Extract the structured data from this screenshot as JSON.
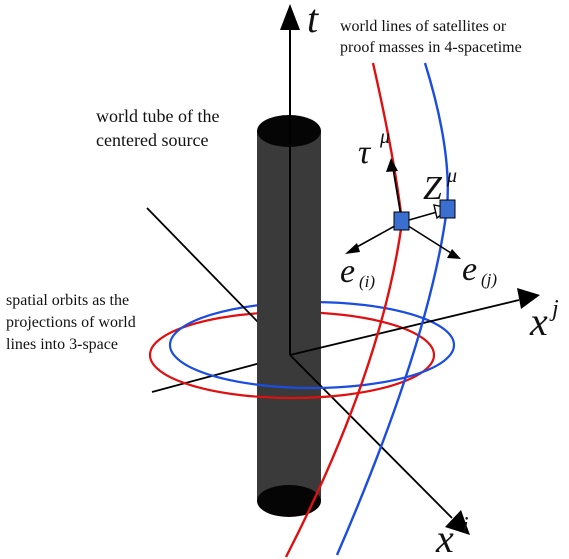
{
  "labels": {
    "world_lines": [
      "world lines of satellites or",
      "proof masses in 4-spacetime"
    ],
    "world_tube": [
      "world tube of the",
      "centered source"
    ],
    "spatial_orbits": [
      "spatial orbits as the",
      "projections of world",
      "lines into 3-space"
    ]
  },
  "axes": {
    "t": "t",
    "xj_base": "x",
    "xj_sup": "j",
    "xi_base": "x",
    "xi_sup": "i"
  },
  "vectors": {
    "tau_base": "τ",
    "tau_sup": "μ",
    "z_base": "Z",
    "z_sup": "μ",
    "ei_base": "e",
    "ei_sub": "(i)",
    "ej_base": "e",
    "ej_sub": "(j)"
  },
  "colors": {
    "red_worldline": "#e01010",
    "blue_worldline": "#1a4de0",
    "tube": "#3a3a3a",
    "tube_cap": "#050505",
    "box": "#3a6fd0"
  }
}
